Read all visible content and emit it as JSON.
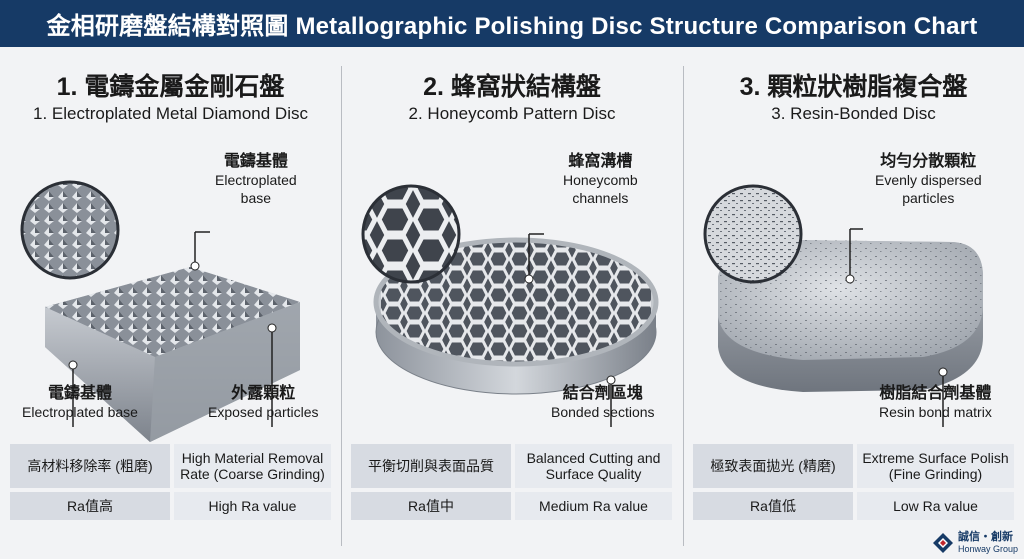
{
  "header": {
    "title": "金相研磨盤結構對照圖 Metallographic Polishing Disc Structure Comparison Chart"
  },
  "columns": [
    {
      "title_zh": "1. 電鑄金屬金剛石盤",
      "title_en": "1. Electroplated Metal Diamond Disc",
      "label_top": {
        "zh": "電鑄基體",
        "en1": "Electroplated",
        "en2": "base"
      },
      "label_left": {
        "zh": "電鑄基體",
        "en": "Electroplated base"
      },
      "label_right": {
        "zh": "外露顆粒",
        "en": "Exposed particles"
      },
      "table": {
        "r1a": "高材料移除率 (粗磨)",
        "r1b1": "High Material Removal",
        "r1b2": "Rate (Coarse Grinding)",
        "r2a": "Ra值高",
        "r2b": "High Ra value"
      }
    },
    {
      "title_zh": "2. 蜂窩狀結構盤",
      "title_en": "2. Honeycomb Pattern Disc",
      "label_top": {
        "zh": "蜂窩溝槽",
        "en1": "Honeycomb",
        "en2": "channels"
      },
      "label_bottom": {
        "zh": "結合劑區塊",
        "en": "Bonded sections"
      },
      "table": {
        "r1a": "平衡切削與表面品質",
        "r1b1": "Balanced Cutting and",
        "r1b2": "Surface Quality",
        "r2a": "Ra值中",
        "r2b": "Medium Ra value"
      }
    },
    {
      "title_zh": "3. 顆粒狀樹脂複合盤",
      "title_en": "3. Resin-Bonded Disc",
      "label_top": {
        "zh": "均勻分散顆粒",
        "en1": "Evenly dispersed",
        "en2": "particles"
      },
      "label_bottom": {
        "zh": "樹脂結合劑基體",
        "en": "Resin bond matrix"
      },
      "table": {
        "r1a": "極致表面拋光 (精磨)",
        "r1b1": "Extreme Surface Polish",
        "r1b2": "(Fine Grinding)",
        "r2a": "Ra值低",
        "r2b": "Low Ra value"
      }
    }
  ],
  "logo": {
    "name_zh": "誠信・創新",
    "name_en": "Honway Group"
  },
  "colors": {
    "header_bg": "#163a66",
    "accent": "#163a66",
    "cell_dark": "#d7dbe2",
    "cell_light": "#e7eaef"
  }
}
